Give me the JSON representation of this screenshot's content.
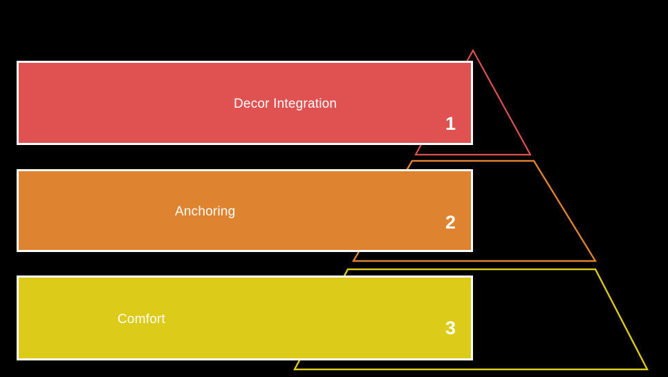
{
  "diagram": {
    "type": "pyramid",
    "title": "",
    "background_color": "#000000",
    "bar_border_color": "#ffffff",
    "levels": [
      {
        "rank": "1",
        "label": "Decor Integration",
        "color": "#e05252",
        "outline_color": "#e05252"
      },
      {
        "rank": "2",
        "label": "Anchoring",
        "color": "#de8431",
        "outline_color": "#de8431"
      },
      {
        "rank": "3",
        "label": "Comfort",
        "color": "#ddcb1a",
        "outline_color": "#ddcb1a"
      }
    ]
  }
}
